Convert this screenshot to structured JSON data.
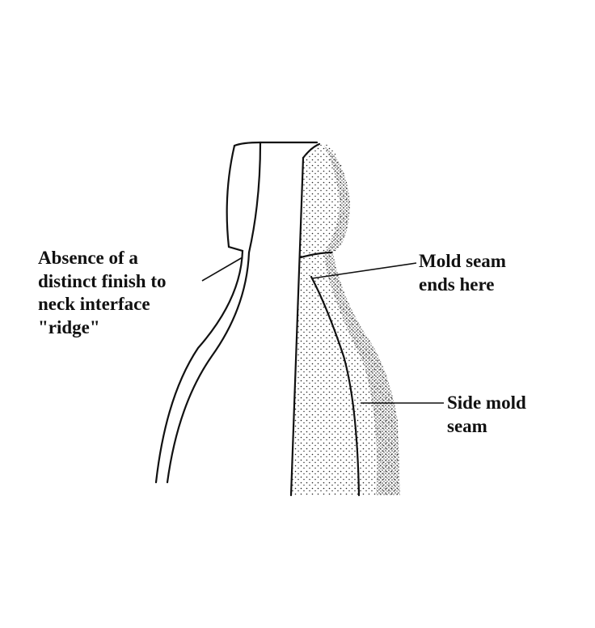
{
  "labels": {
    "finish": [
      "Absence of a",
      "distinct finish to",
      "neck interface",
      "\"ridge\""
    ],
    "mold_seam_end": [
      "Mold seam",
      "ends here"
    ],
    "side_seam": [
      "Side mold",
      "seam"
    ]
  },
  "colors": {
    "ink": "#111111",
    "background": "#ffffff"
  }
}
